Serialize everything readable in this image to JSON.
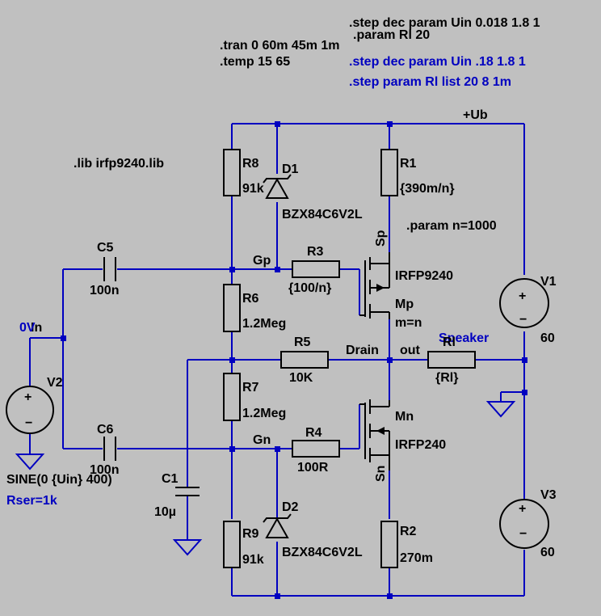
{
  "directives": {
    "step_dec_uin_1": ".step dec param Uin 0.018 1.8 1",
    "param_rl": ".param Rl 20",
    "tran": ".tran 0 60m 45m 1m",
    "temp": ".temp 15 65",
    "step_dec_uin_2": ".step dec param Uin .18 1.8 1",
    "step_param_rl": ".step param Rl list 20 8 1m",
    "lib": ".lib irfp9240.lib",
    "param_n": ".param n=1000"
  },
  "nets": {
    "ub": "+Ub",
    "gp": "Gp",
    "gn": "Gn",
    "drain": "Drain",
    "out": "out",
    "sp": "Sp",
    "sn": "Sn",
    "in": "In",
    "zero_v": "0V",
    "speaker": "Speaker"
  },
  "components": {
    "r8": {
      "name": "R8",
      "value": "91k"
    },
    "d1": {
      "name": "D1",
      "value": "BZX84C6V2L"
    },
    "r1": {
      "name": "R1",
      "value": "{390m/n}"
    },
    "c5": {
      "name": "C5",
      "value": "100n"
    },
    "r3": {
      "name": "R3",
      "value": "{100/n}"
    },
    "mp": {
      "name": "Mp",
      "model": "IRFP9240",
      "param": "m=n"
    },
    "r6": {
      "name": "R6",
      "value": "1.2Meg"
    },
    "r5": {
      "name": "R5",
      "value": "10K"
    },
    "rl": {
      "name": "Rl",
      "value": "{Rl}"
    },
    "v1": {
      "name": "V1",
      "value": "60"
    },
    "v2": {
      "name": "V2",
      "value": "SINE(0 {Uin} 400)",
      "rser": "Rser=1k"
    },
    "r7": {
      "name": "R7",
      "value": "1.2Meg"
    },
    "mn": {
      "name": "Mn",
      "model": "IRFP240"
    },
    "c6": {
      "name": "C6",
      "value": "100n"
    },
    "r4": {
      "name": "R4",
      "value": "100R"
    },
    "c1": {
      "name": "C1",
      "value": "10µ"
    },
    "d2": {
      "name": "D2",
      "value": "BZX84C6V2L"
    },
    "r9": {
      "name": "R9",
      "value": "91k"
    },
    "r2": {
      "name": "R2",
      "value": "270m"
    },
    "v3": {
      "name": "V3",
      "value": "60"
    }
  },
  "symbols": {
    "plus": "+",
    "minus": "−"
  }
}
